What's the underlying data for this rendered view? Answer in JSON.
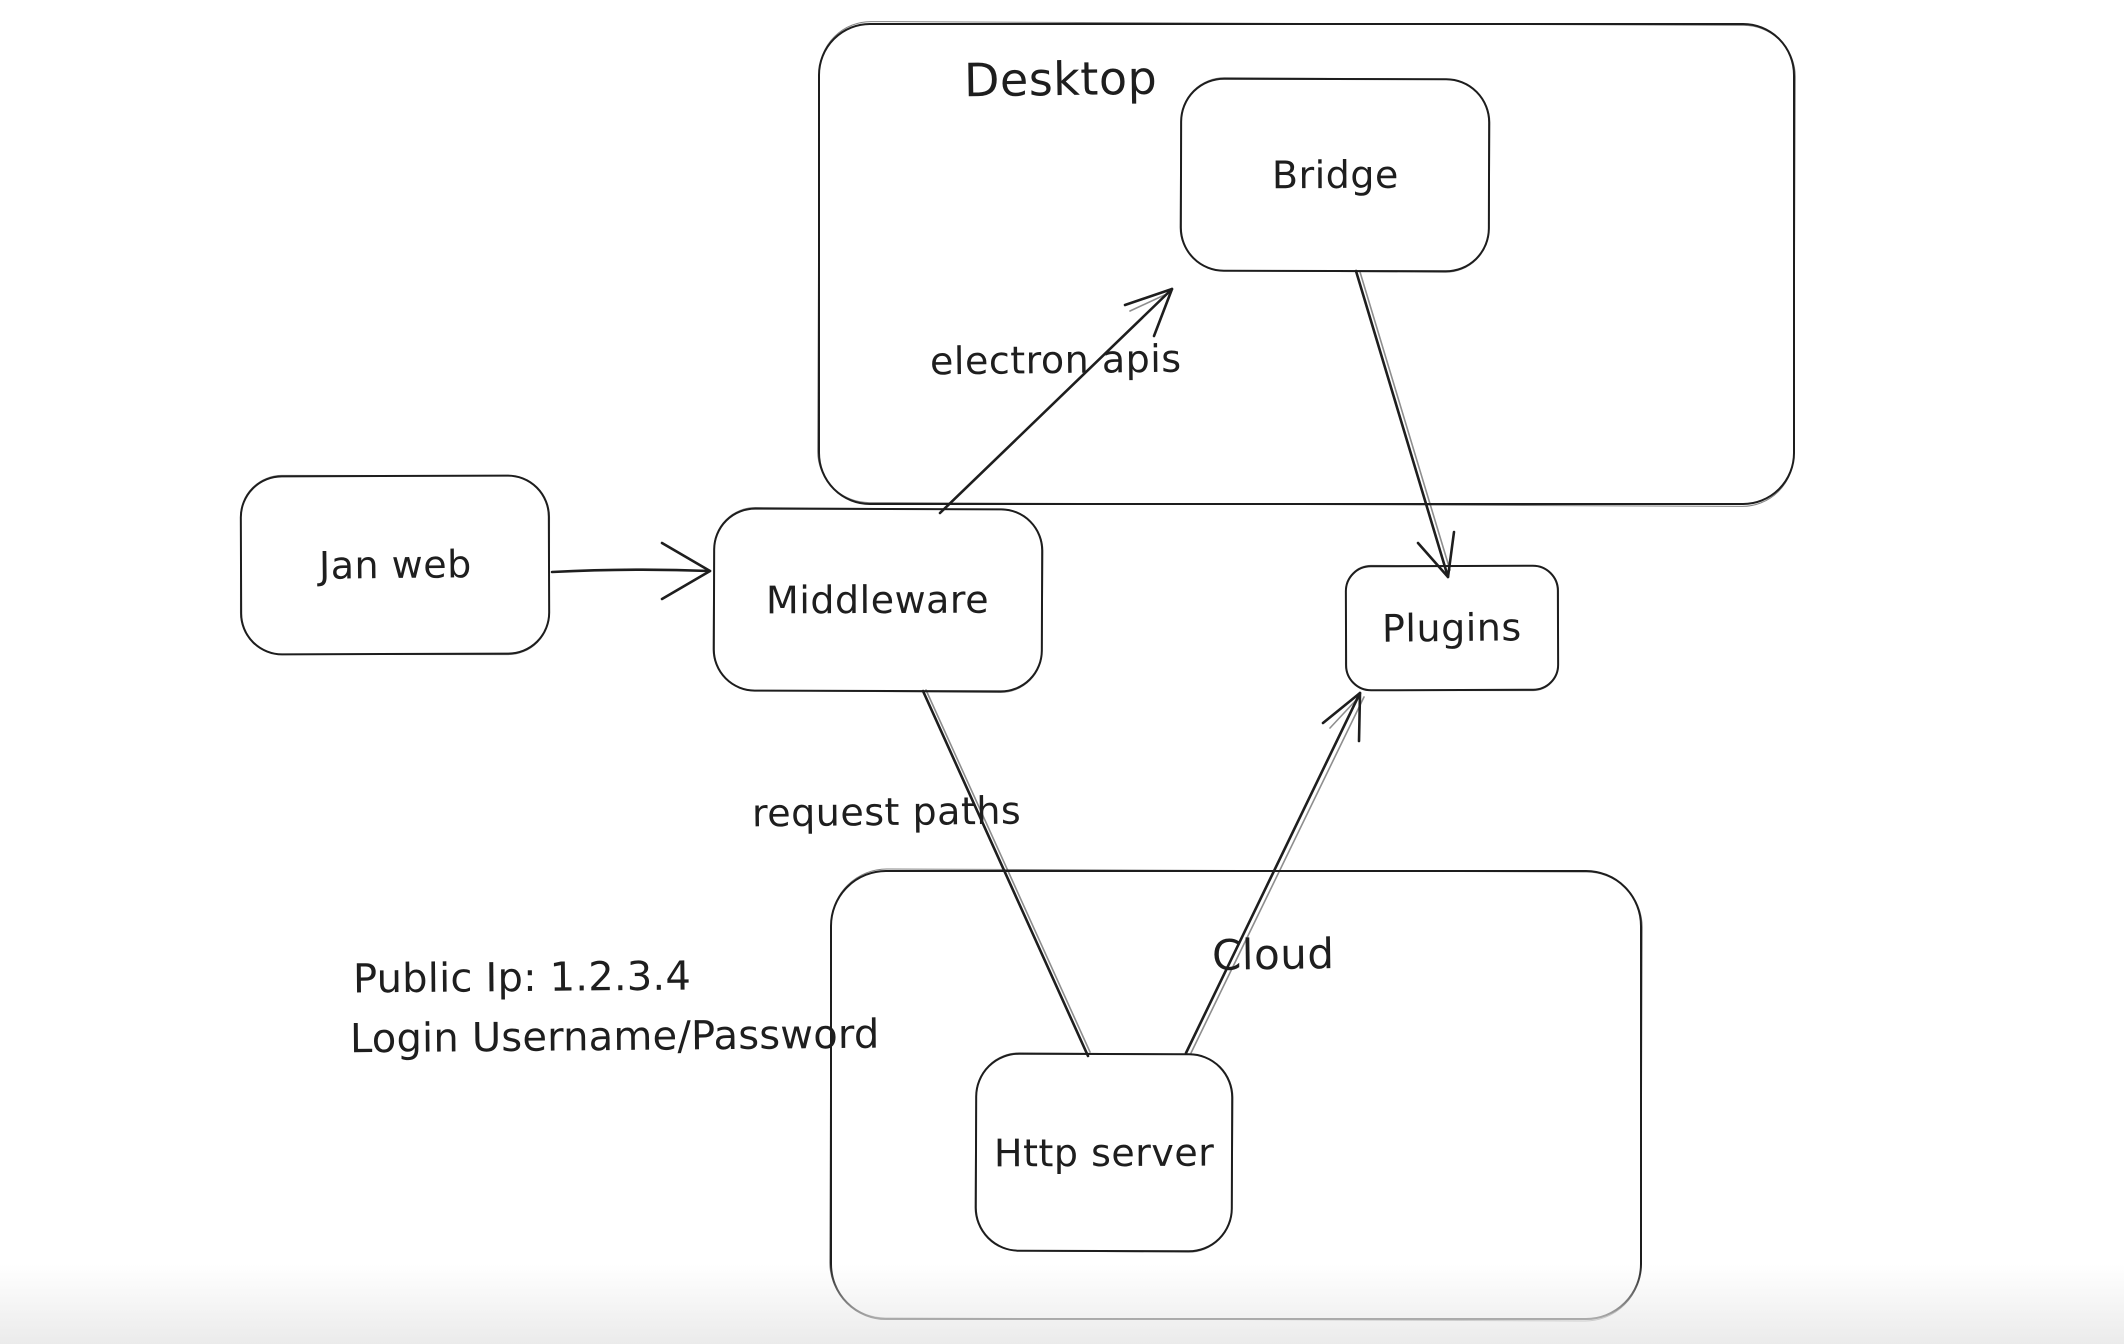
{
  "diagram": {
    "background_color": "#ffffff",
    "stroke_color": "#1e1e1e",
    "containers": [
      {
        "id": "desktop",
        "label": "Desktop"
      },
      {
        "id": "cloud",
        "label": "Cloud"
      }
    ],
    "nodes": [
      {
        "id": "jan-web",
        "label": "Jan web"
      },
      {
        "id": "middleware",
        "label": "Middleware"
      },
      {
        "id": "bridge",
        "label": "Bridge"
      },
      {
        "id": "plugins",
        "label": "Plugins"
      },
      {
        "id": "http-server",
        "label": "Http server"
      }
    ],
    "edges": [
      {
        "from": "Jan web",
        "to": "Middleware",
        "label": ""
      },
      {
        "from": "Middleware",
        "to": "Bridge",
        "label": "electron apis"
      },
      {
        "from": "Bridge",
        "to": "Plugins",
        "label": ""
      },
      {
        "from": "Middleware",
        "to": "Http server",
        "label": "request paths"
      },
      {
        "from": "Http server",
        "to": "Plugins",
        "label": ""
      }
    ],
    "annotations": {
      "public_ip": "Public Ip: 1.2.3.4",
      "login": "Login Username/Password"
    }
  }
}
